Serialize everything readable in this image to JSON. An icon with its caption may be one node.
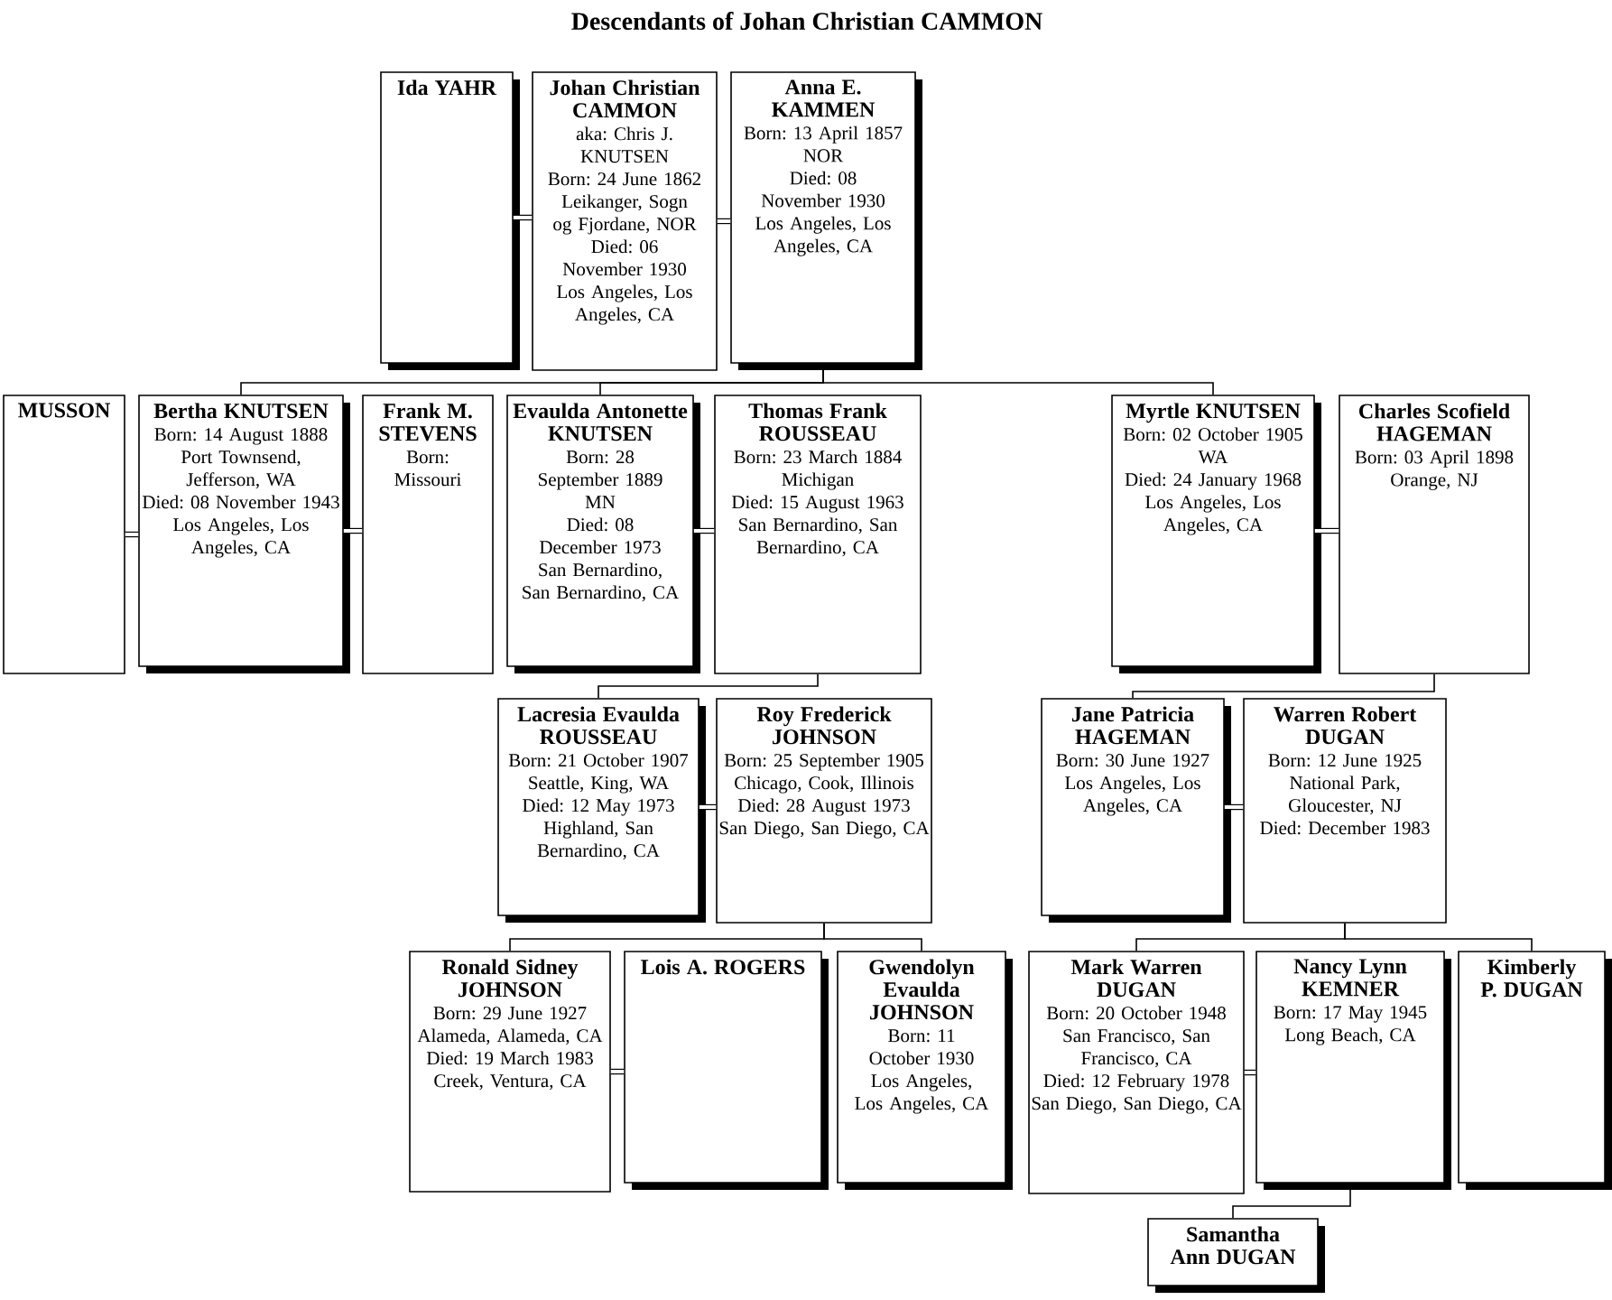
{
  "diagram": {
    "title": "Descendants of Johan Christian CAMMON",
    "nodes": [
      {
        "text": [
          "Ida YAHR"
        ]
      },
      {
        "text": [
          "Johan Christian CAMMON",
          "aka: Chris J. KNUTSEN",
          "Born: 24 June 1862",
          "Leikanger, Sogn og Fjordane, NOR",
          "Died: 06 November 1930",
          "Los Angeles, Los Angeles, CA"
        ]
      },
      {
        "text": [
          "Anna E. KAMMEN",
          "Born: 13 April 1857",
          "NOR",
          "Died: 08 November 1930",
          "Los Angeles, Los Angeles, CA"
        ]
      },
      {
        "text": [
          "MUSSON"
        ]
      },
      {
        "text": [
          "Bertha KNUTSEN",
          "Born: 14 August 1888",
          "Port Townsend, Jefferson, WA",
          "Died: 08 November 1943",
          "Los Angeles, Los Angeles, CA"
        ]
      },
      {
        "text": [
          "Frank M. STEVENS",
          "Born:",
          "Missouri"
        ]
      },
      {
        "text": [
          "Evaulda Antonette KNUTSEN",
          "Born: 28 September 1889",
          "MN",
          "Died: 08 December 1973",
          "San Bernardino, San Bernardino, CA"
        ]
      },
      {
        "text": [
          "Thomas Frank ROUSSEAU",
          "Born: 23 March 1884",
          "Michigan",
          "Died: 15 August 1963",
          "San Bernardino, San Bernardino, CA"
        ]
      },
      {
        "text": [
          "Myrtle KNUTSEN",
          "Born: 02 October 1905",
          "WA",
          "Died: 24 January 1968",
          "Los Angeles, Los Angeles, CA"
        ]
      },
      {
        "text": [
          "Charles Scofield HAGEMAN",
          "Born: 03 April 1898",
          "Orange, NJ"
        ]
      },
      {
        "text": [
          "Lacresia Evaulda ROUSSEAU",
          "Born: 21 October 1907",
          "Seattle, King, WA",
          "Died: 12 May 1973",
          "Highland, San Bernardino, CA"
        ]
      },
      {
        "text": [
          "Roy Frederick JOHNSON",
          "Born: 25 September 1905",
          "Chicago, Cook, Illinois",
          "Died: 28 August 1973",
          "San Diego, San Diego, CA"
        ]
      },
      {
        "text": [
          "Jane Patricia HAGEMAN",
          "Born: 30 June 1927",
          "Los Angeles, Los Angeles, CA"
        ]
      },
      {
        "text": [
          "Warren Robert DUGAN",
          "Born: 12 June 1925",
          "National Park, Gloucester, NJ",
          "Died: December 1983"
        ]
      },
      {
        "text": [
          "Ronald Sidney JOHNSON",
          "Born: 29 June 1927",
          "Alameda, Alameda, CA",
          "Died: 19 March 1983",
          "Creek, Ventura, CA"
        ]
      },
      {
        "text": [
          "Lois A. ROGERS"
        ]
      },
      {
        "text": [
          "Gwendolyn Evaulda JOHNSON",
          "Born: 11 October 1930",
          "Los Angeles, Los Angeles, CA"
        ]
      },
      {
        "text": [
          "Mark Warren DUGAN",
          "Born: 20 October 1948",
          "San Francisco, San Francisco, CA",
          "Died: 12 February 1978",
          "San Diego, San Diego, CA"
        ]
      },
      {
        "text": [
          "Nancy Lynn KEMNER",
          "Born: 17 May 1945",
          "Long Beach, CA"
        ]
      },
      {
        "text": [
          "Kimberly P. DUGAN"
        ]
      },
      {
        "text": [
          "Samantha Ann DUGAN"
        ]
      }
    ],
    "edges": [
      {
        "from": 0,
        "to": 1,
        "arrow": "none",
        "style": "thick"
      },
      {
        "from": 1,
        "to": 2,
        "arrow": "none",
        "style": "thick"
      },
      {
        "from": 2,
        "to": 4,
        "arrow": "none"
      },
      {
        "from": 2,
        "to": 6,
        "arrow": "none"
      },
      {
        "from": 2,
        "to": 8,
        "arrow": "none"
      },
      {
        "from": 3,
        "to": 4,
        "arrow": "none",
        "style": "thick"
      },
      {
        "from": 4,
        "to": 5,
        "arrow": "none",
        "style": "thick"
      },
      {
        "from": 6,
        "to": 7,
        "arrow": "none",
        "style": "thick"
      },
      {
        "from": 8,
        "to": 9,
        "arrow": "none",
        "style": "thick"
      },
      {
        "from": 7,
        "to": 10,
        "arrow": "none"
      },
      {
        "from": 9,
        "to": 12,
        "arrow": "none"
      },
      {
        "from": 10,
        "to": 11,
        "arrow": "none",
        "style": "thick"
      },
      {
        "from": 12,
        "to": 13,
        "arrow": "none",
        "style": "thick"
      },
      {
        "from": 11,
        "to": 14,
        "arrow": "none"
      },
      {
        "from": 11,
        "to": 16,
        "arrow": "none"
      },
      {
        "from": 13,
        "to": 17,
        "arrow": "none"
      },
      {
        "from": 13,
        "to": 19,
        "arrow": "none"
      },
      {
        "from": 14,
        "to": 15,
        "arrow": "none",
        "style": "thick"
      },
      {
        "from": 17,
        "to": 18,
        "arrow": "none",
        "style": "thick"
      },
      {
        "from": 18,
        "to": 20,
        "arrow": "none"
      }
    ]
  }
}
